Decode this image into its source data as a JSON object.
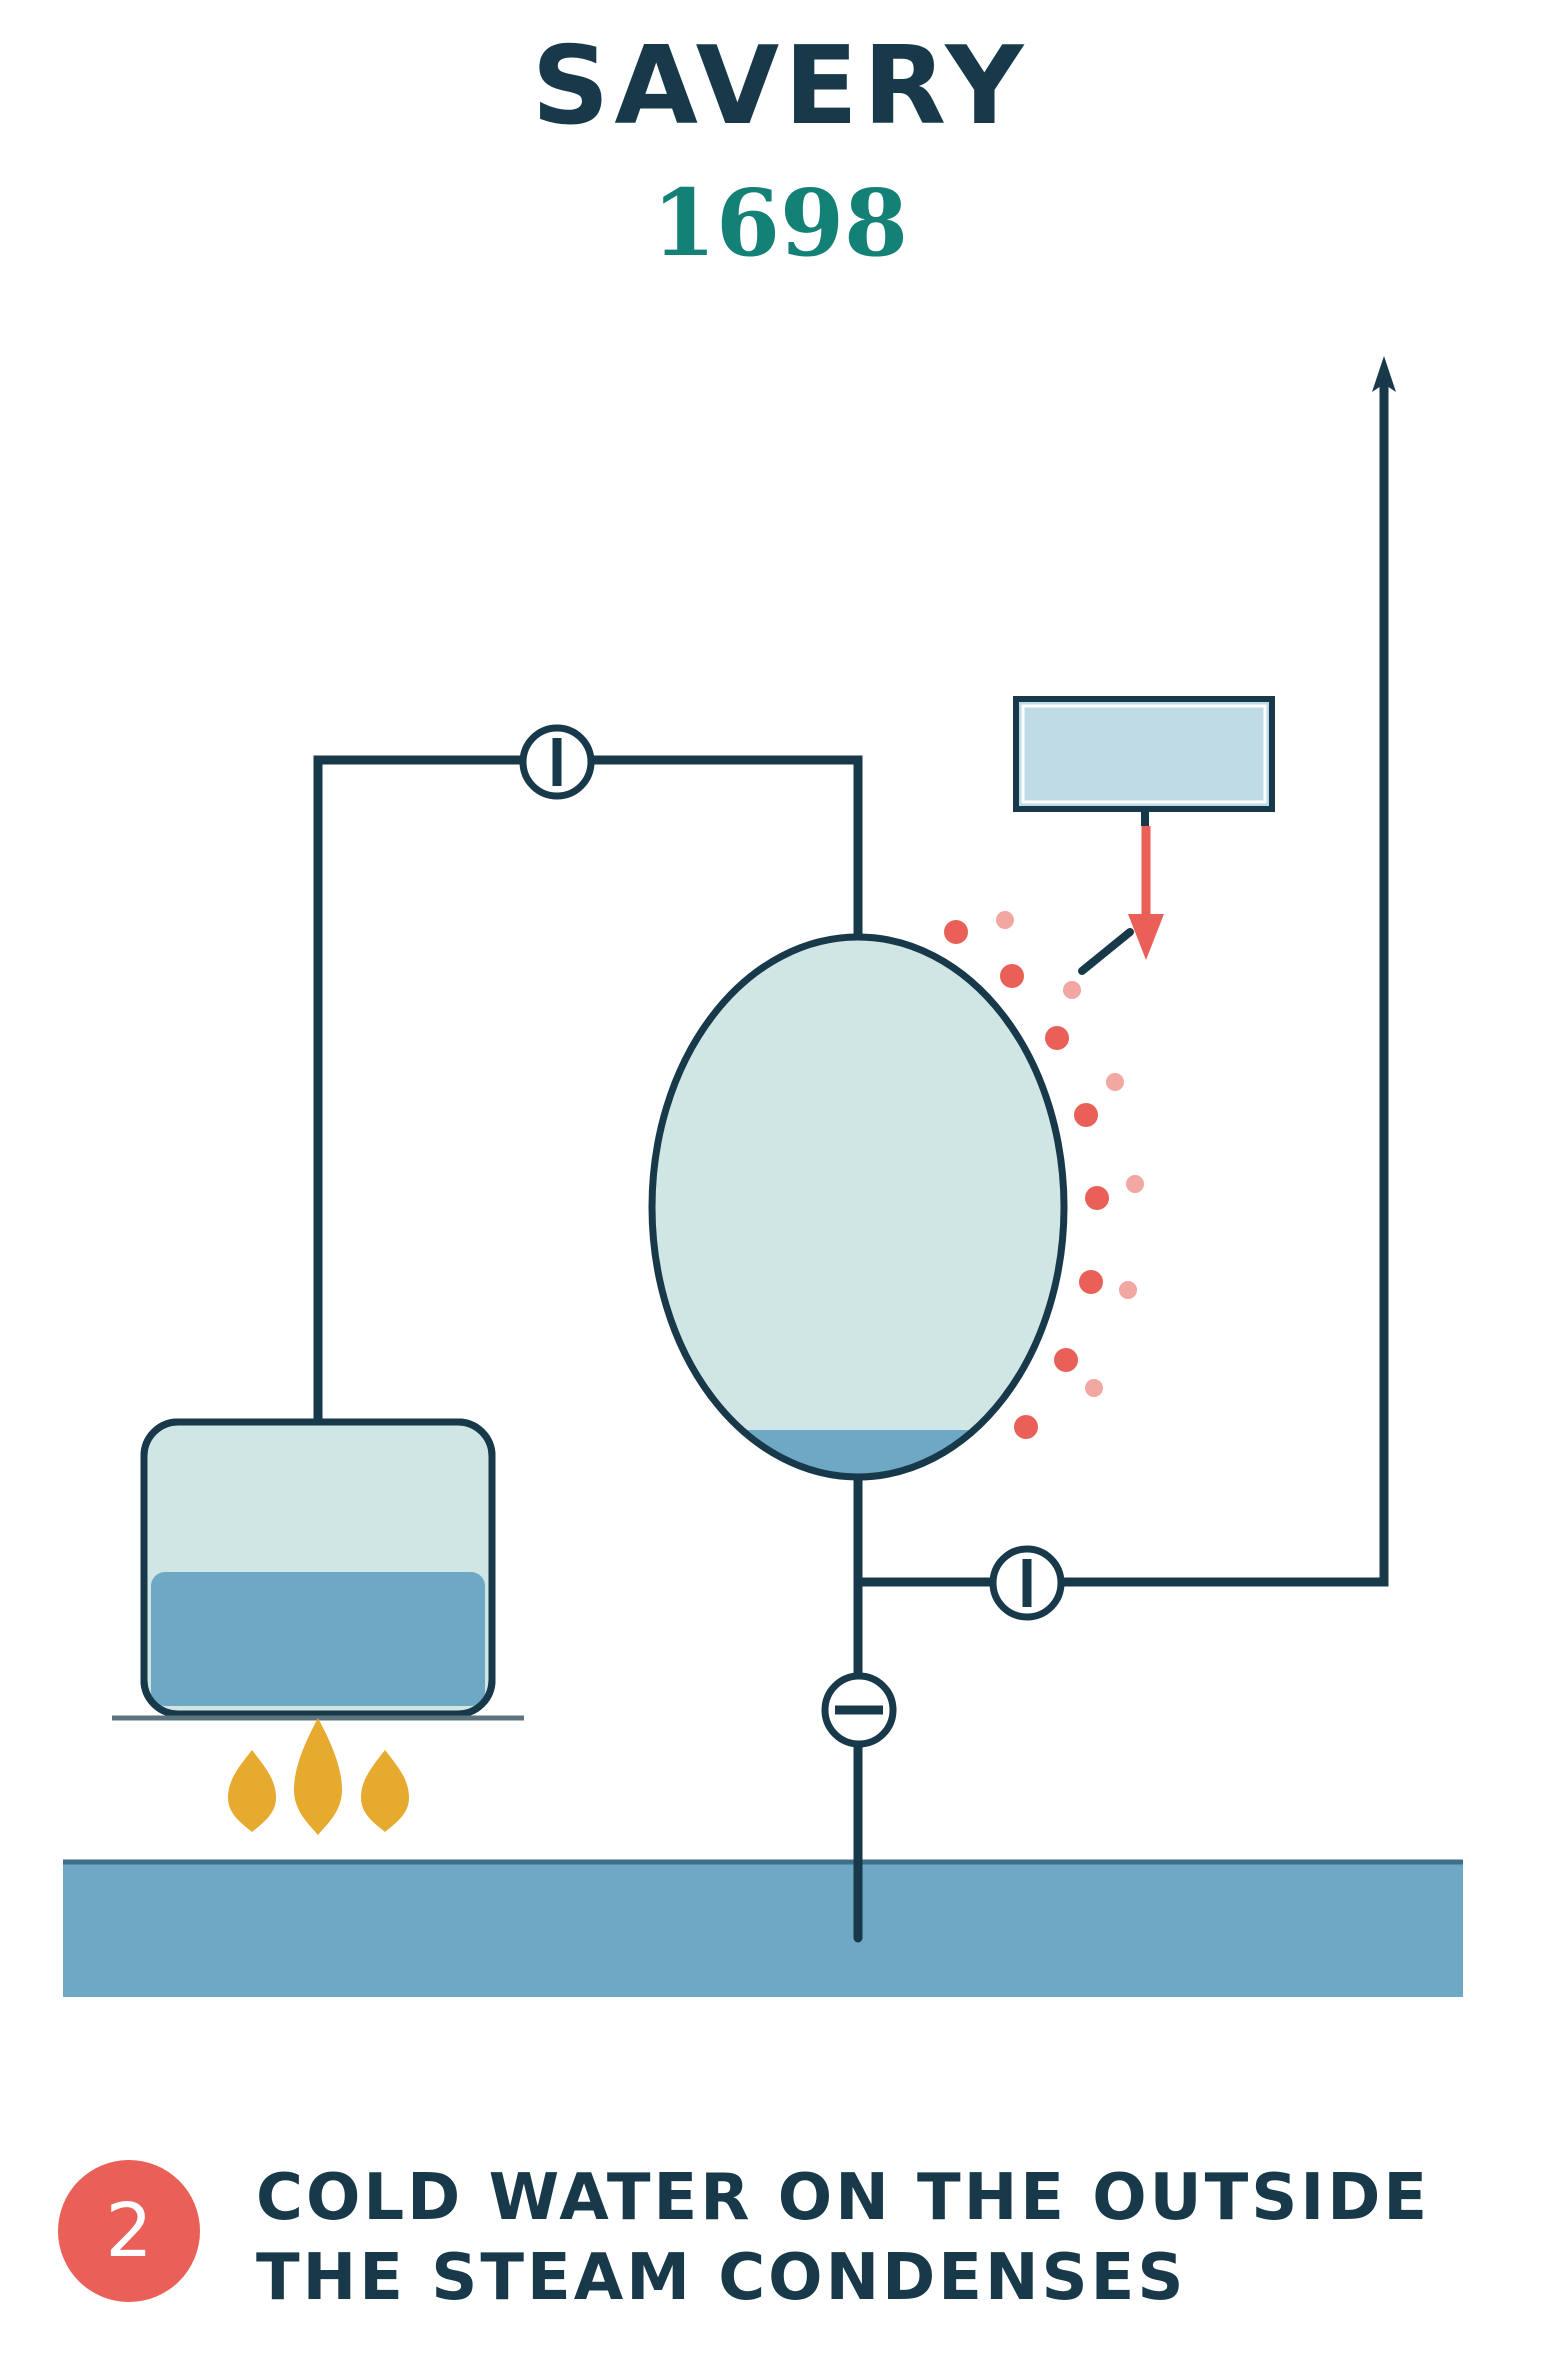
{
  "header": {
    "title": "SAVERY",
    "year": "1698"
  },
  "step": {
    "number": "2",
    "caption_lines": [
      "COLD WATER ON THE OUTSIDE",
      "THE STEAM CONDENSES"
    ]
  },
  "colors": {
    "ink": "#17394a",
    "year": "#148177",
    "steam": "#cfe6e4",
    "water": "#6fa8c5",
    "cold_water_box": "#bfdbe5",
    "droplet": "#ea6058",
    "droplet_light": "#f3a7a2",
    "flame": "#e5aa2e",
    "badge": "#ea6058"
  },
  "valves": {
    "top_pipe": "open",
    "outlet_pipe": "open",
    "intake_pipe": "closed"
  }
}
